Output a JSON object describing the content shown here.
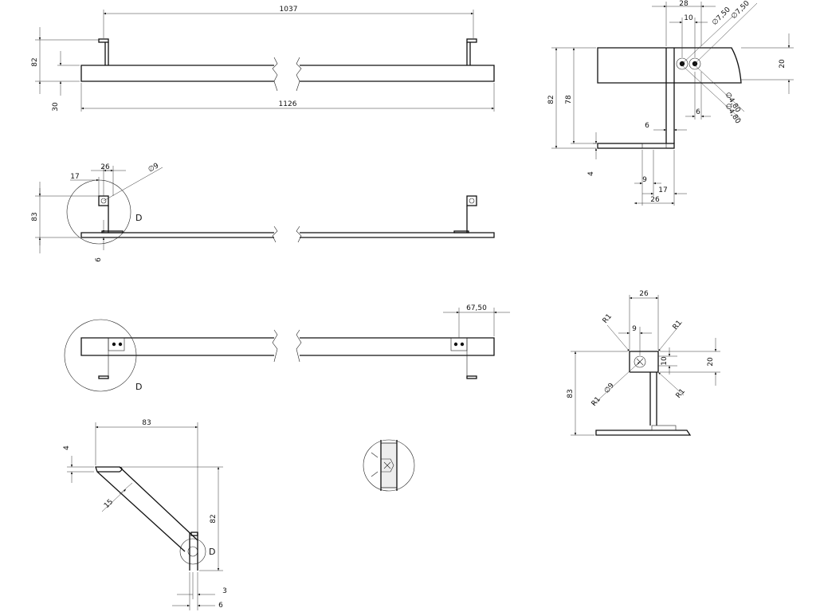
{
  "colors": {
    "line": "#111111",
    "background": "#ffffff"
  },
  "view_top": {
    "width_inner": "1037",
    "width_total": "1126",
    "height": "82",
    "thickness": "30"
  },
  "view_side": {
    "w28": "28",
    "w10": "10",
    "d750a": "∅7,50",
    "d750b": "∅7,50",
    "h20": "20",
    "h82": "82",
    "h78": "78",
    "w6a": "6",
    "d480a": "∅4,80",
    "d480b": "∅4,80",
    "w6b": "6",
    "t4": "4",
    "w9": "9",
    "w17": "17",
    "w26": "26"
  },
  "view_front": {
    "w17": "17",
    "w26": "26",
    "d9": "∅9",
    "h83": "83",
    "t6": "6",
    "detail": "D"
  },
  "view_bottom": {
    "w6750": "67,50",
    "detail": "D"
  },
  "view_angled": {
    "w83": "83",
    "t4": "4",
    "w15": "15",
    "h82": "82",
    "detail": "D",
    "w3": "3",
    "w6": "6"
  },
  "detail_d": {
    "w26": "26",
    "r1a": "R1",
    "w9": "9",
    "r1b": "R1",
    "w10": "10",
    "h20": "20",
    "h83": "83",
    "r1c": "R1",
    "d9": "∅9",
    "r1d": "R1"
  }
}
